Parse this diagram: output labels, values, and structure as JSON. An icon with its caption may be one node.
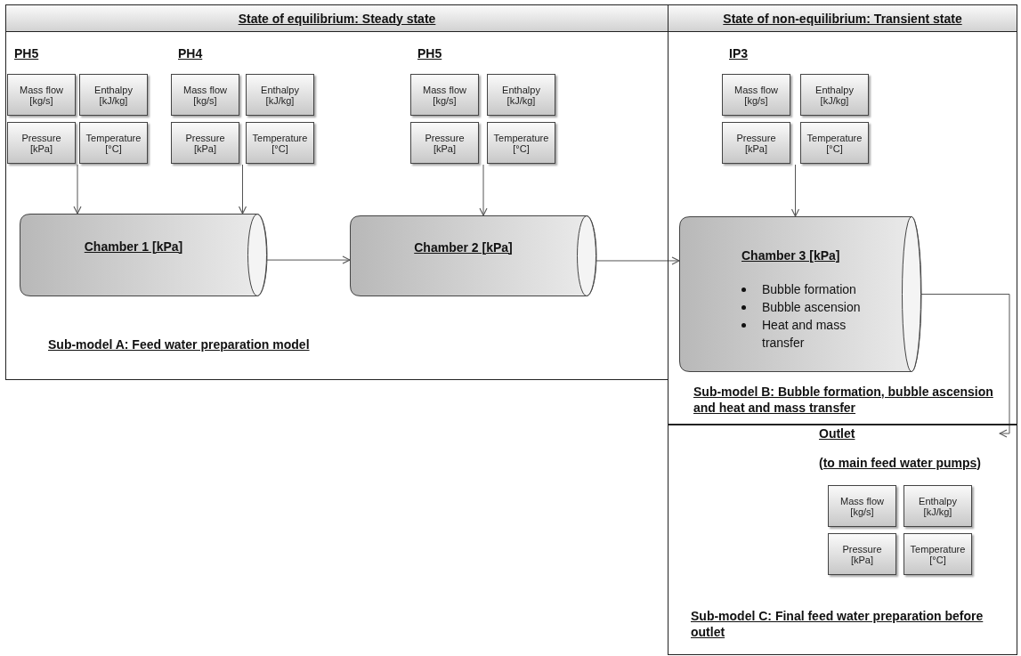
{
  "diagram": {
    "nodes": [
      {
        "text": [
          "State of equilibrium: Steady state",
          "Sub-model A: Feed water preparation model"
        ]
      },
      {
        "text": [
          "PH5"
        ],
        "in": 0
      },
      {
        "text": [
          "Mass flow [kg/s]"
        ],
        "in": 1
      },
      {
        "text": [
          "Enthalpy [kJ/kg]"
        ],
        "in": 1
      },
      {
        "text": [
          "Pressure [kPa]"
        ],
        "in": 1
      },
      {
        "text": [
          "Temperature [°C]"
        ],
        "in": 1
      },
      {
        "text": [
          "PH4"
        ],
        "in": 0
      },
      {
        "text": [
          "Mass flow [kg/s]"
        ],
        "in": 6
      },
      {
        "text": [
          "Enthalpy [kJ/kg]"
        ],
        "in": 6
      },
      {
        "text": [
          "Pressure [kPa]"
        ],
        "in": 6
      },
      {
        "text": [
          "Temperature [°C]"
        ],
        "in": 6
      },
      {
        "text": [
          "Chamber 1 [kPa]"
        ],
        "in": 0
      },
      {
        "text": [
          "PH5"
        ],
        "in": 0
      },
      {
        "text": [
          "Mass flow [kg/s]"
        ],
        "in": 12
      },
      {
        "text": [
          "Enthalpy [kJ/kg]"
        ],
        "in": 12
      },
      {
        "text": [
          "Pressure [kPa]"
        ],
        "in": 12
      },
      {
        "text": [
          "Temperature [°C]"
        ],
        "in": 12
      },
      {
        "text": [
          "Chamber 2 [kPa]"
        ],
        "in": 0
      },
      {
        "text": [
          "State of non-equilibrium: Transient state",
          "Sub-model B: Bubble formation, bubble ascension and heat and mass transfer"
        ]
      },
      {
        "text": [
          "IP3"
        ],
        "in": 18
      },
      {
        "text": [
          "Mass flow [kg/s]"
        ],
        "in": 19
      },
      {
        "text": [
          "Enthalpy [kJ/kg]"
        ],
        "in": 19
      },
      {
        "text": [
          "Pressure [kPa]"
        ],
        "in": 19
      },
      {
        "text": [
          "Temperature [°C]"
        ],
        "in": 19
      },
      {
        "text": [
          "Chamber 3 [kPa]",
          "Bubble formation",
          "Bubble ascension",
          "Heat and mass transfer"
        ],
        "in": 18
      },
      {
        "text": [
          "Sub-model C: Final feed water preparation before outlet"
        ]
      },
      {
        "text": [
          "Outlet",
          "(to main feed water pumps)"
        ],
        "in": 25
      },
      {
        "text": [
          "Mass flow [kg/s]"
        ],
        "in": 26
      },
      {
        "text": [
          "Enthalpy [kJ/kg]"
        ],
        "in": 26
      },
      {
        "text": [
          "Pressure [kPa]"
        ],
        "in": 26
      },
      {
        "text": [
          "Temperature [°C]"
        ],
        "in": 26
      }
    ],
    "edges": [
      {
        "from": 1,
        "to": 11,
        "arrow": "to"
      },
      {
        "from": 6,
        "to": 11,
        "arrow": "to"
      },
      {
        "from": 11,
        "to": 17,
        "arrow": "to"
      },
      {
        "from": 12,
        "to": 17,
        "arrow": "to"
      },
      {
        "from": 17,
        "to": 24,
        "arrow": "to"
      },
      {
        "from": 19,
        "to": 24,
        "arrow": "to"
      },
      {
        "from": 24,
        "to": 26,
        "arrow": "to"
      }
    ]
  }
}
